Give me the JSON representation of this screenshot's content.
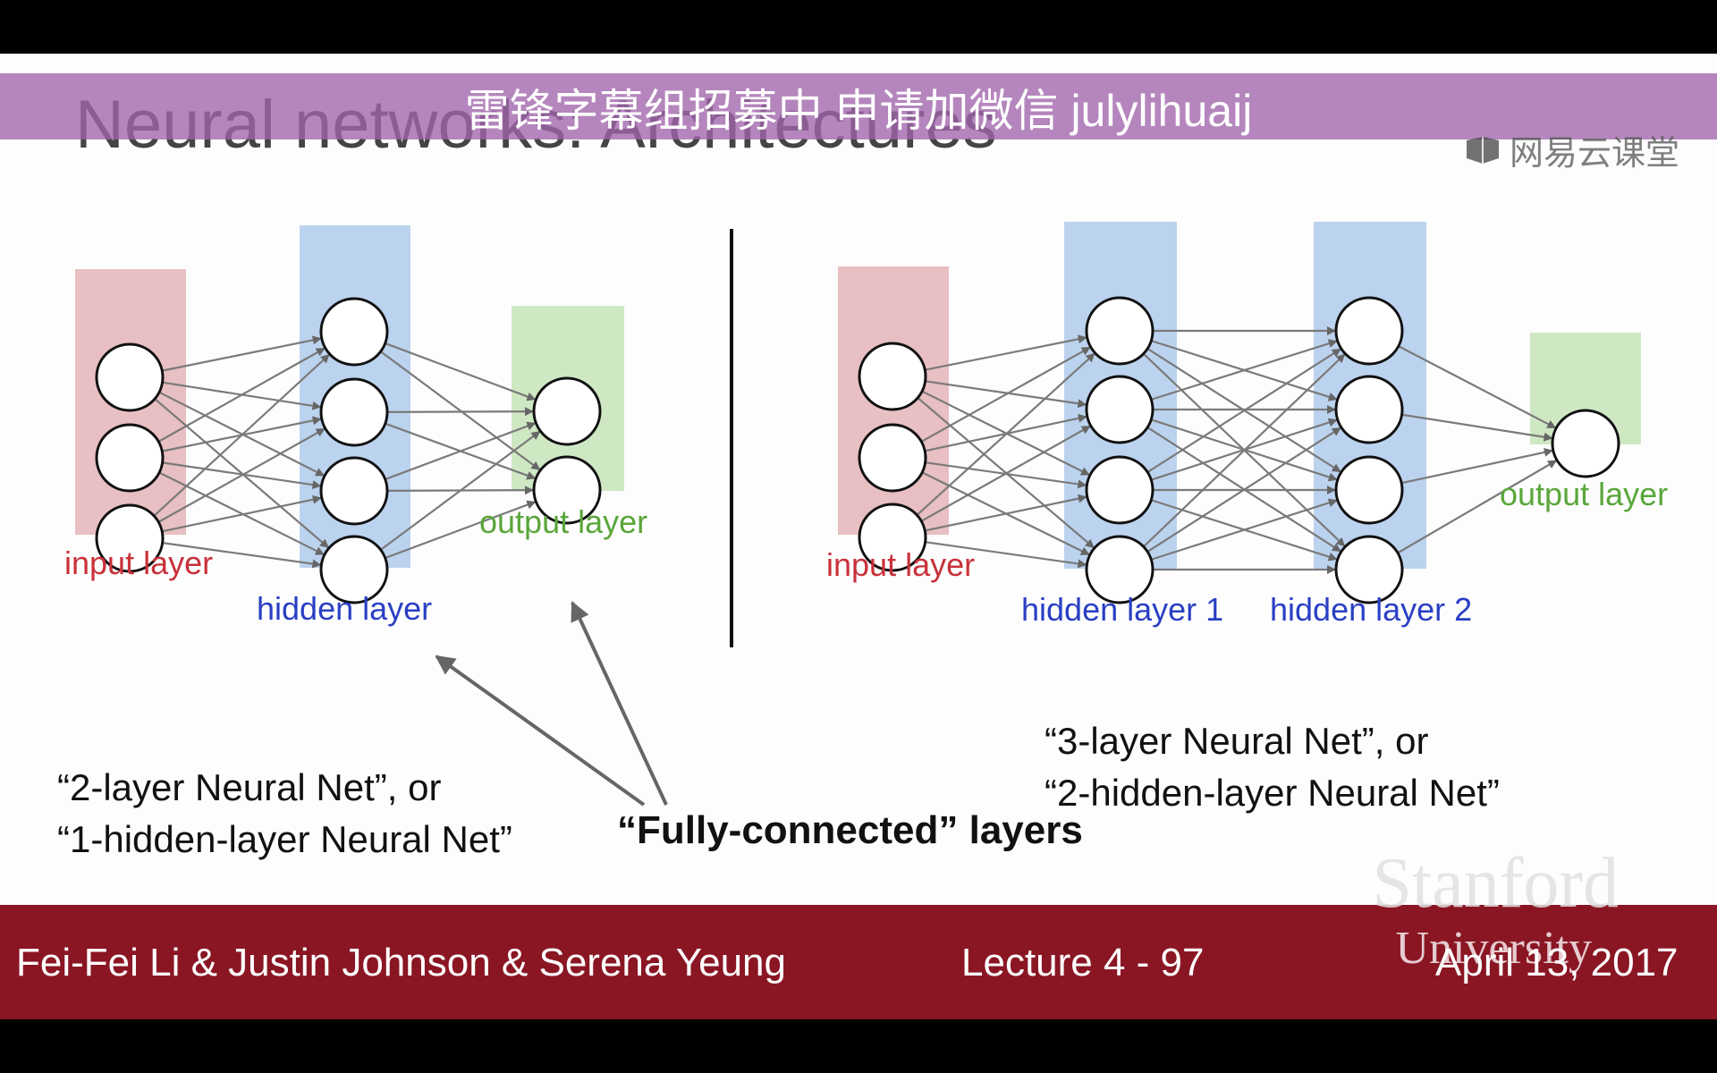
{
  "slide": {
    "title": "Neural networks: Architectures",
    "watermark_banner": "雷锋字幕组招募中 申请加微信 julylihuaij",
    "platform_logo_text": "网易云课堂"
  },
  "left_network": {
    "input_label": "input layer",
    "hidden_label": "hidden layer",
    "output_label": "output layer",
    "caption_line1": "“2-layer Neural Net”, or",
    "caption_line2": "“1-hidden-layer Neural Net”"
  },
  "right_network": {
    "input_label": "input layer",
    "hidden1_label": "hidden layer 1",
    "hidden2_label": "hidden layer 2",
    "output_label": "output layer",
    "caption_line1": "“3-layer Neural Net”, or",
    "caption_line2": "“2-hidden-layer Neural Net”"
  },
  "fully_connected_label": "“Fully-connected” layers",
  "footer": {
    "authors": "Fei-Fei Li & Justin Johnson & Serena Yeung",
    "lecture": "Lecture 4 - 97",
    "date": "April 13, 2017",
    "university_line1": "Stanford",
    "university_line2": "University"
  },
  "colors": {
    "input_layer": "#e8bfc2",
    "hidden_layer": "#bcd3ef",
    "output_layer": "#cfe8c4",
    "input_text": "#c8313a",
    "hidden_text": "#2a3fc4",
    "output_text": "#5aa63a",
    "footer_bg": "#8a1624"
  }
}
